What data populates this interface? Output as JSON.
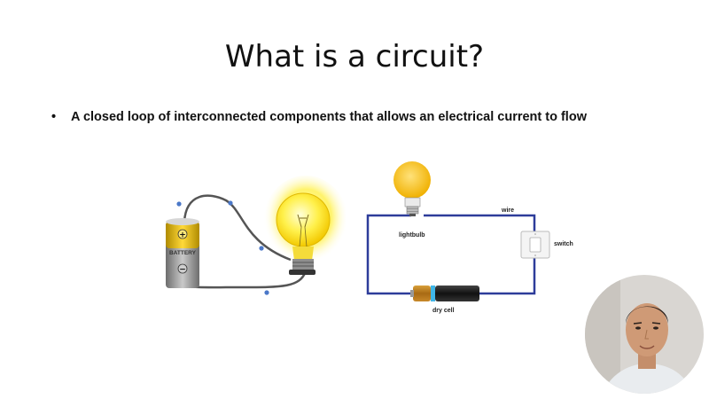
{
  "slide": {
    "title": "What is a circuit?",
    "bullet_marker": "•",
    "bullet_text": "A closed loop of interconnected components that allows an electrical current to flow"
  },
  "left_illustration": {
    "battery_label": "BATTERY",
    "positive_symbol": "+",
    "negative_symbol": "−"
  },
  "right_diagram": {
    "lightbulb_label": "lightbulb",
    "wire_label": "wire",
    "switch_label": "switch",
    "dry_cell_label": "dry cell",
    "wire_color": "#2d3c9a"
  }
}
